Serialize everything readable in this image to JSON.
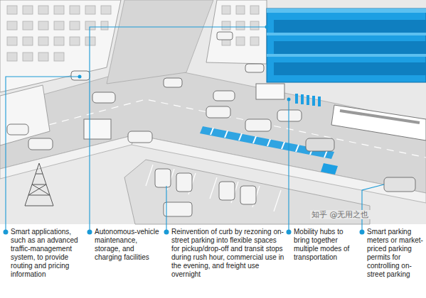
{
  "diagram": {
    "labels": [
      "Smart applications, such as an advanced traffic-management system, to provide routing and pricing information",
      "Autonomous-vehicle maintenance, storage, and charging facilities",
      "Reinvention of curb by rezoning on-street parking into flexible spaces for pickup/drop-off and transit stops during rush hour, commercial use in the evening, and freight use overnight",
      "Mobility hubs to bring together multiple modes of transportation",
      "Smart parking meters or market-priced parking permits for controlling on-street parking",
      "知乎 @无用之也"
    ]
  }
}
